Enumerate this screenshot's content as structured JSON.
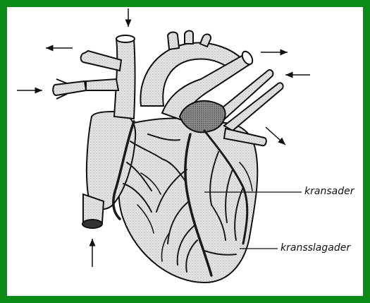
{
  "figure": {
    "border_color": "#0b8a17",
    "background": "#ffffff",
    "ink_color": "#111111",
    "tissue_fill": "#d9d9d9",
    "vessel_color": "#1a1a1a"
  },
  "labels": {
    "coronary_veins": "kransader",
    "coronary_arteries": "kransslagader"
  },
  "icons": [
    "heart-illustration",
    "arrow-icon"
  ]
}
